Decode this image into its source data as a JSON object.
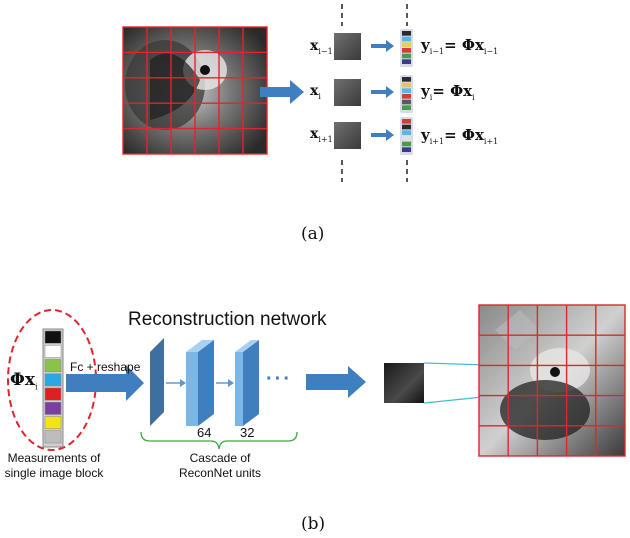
{
  "colors": {
    "grid_red": "#e0262b",
    "arrow_blue": "#3f7fbf",
    "block_blue_dark": "#3f6f9f",
    "block_blue_light": "#7ab6e6",
    "bracket_green": "#3aaa3a",
    "link_cyan": "#45bfcf",
    "ellipse_red": "#e0262b"
  },
  "panel_a": {
    "caption": "(a)",
    "rows": [
      {
        "x_var": "x",
        "x_sub": "i−1",
        "y_var": "y",
        "y_sub": "i−1",
        "eq": "= Φ",
        "eq_var": "x",
        "eq_sub": "i−1"
      },
      {
        "x_var": "x",
        "x_sub": "i",
        "y_var": "y",
        "y_sub": "i",
        "eq": "= Φ",
        "eq_var": "x",
        "eq_sub": "i"
      },
      {
        "x_var": "x",
        "x_sub": "i+1",
        "y_var": "y",
        "y_sub": "i+1",
        "eq": "= Φ",
        "eq_var": "x",
        "eq_sub": "i+1"
      }
    ],
    "stripe_colors": [
      [
        "#2b2b2b",
        "#55b8e8",
        "#e8d24a",
        "#d83a3a",
        "#4a9a4a",
        "#3a3a8a"
      ],
      [
        "#2b2b2b",
        "#f0c060",
        "#55b8e8",
        "#d83a3a",
        "#5a5a5a",
        "#4a9a4a"
      ],
      [
        "#d83a3a",
        "#2b2b2b",
        "#55b8e8",
        "#e0e0e0",
        "#4a9a4a",
        "#3a3a8a"
      ]
    ]
  },
  "panel_b": {
    "caption": "(b)",
    "title": "Reconstruction network",
    "fc_label": "Fc + reshape",
    "phi": "Φ",
    "x_var": "x",
    "x_sub": "i",
    "measure_caption_1": "Measurements of",
    "measure_caption_2": "single image block",
    "measurement_colors": [
      "#111111",
      "#ffffff",
      "#8bc34a",
      "#29a9e0",
      "#e02020",
      "#7b3fa0",
      "#f2e31b",
      "#bdbdbd"
    ],
    "layer_label_64": "64",
    "layer_label_32": "32",
    "ellipsis": "···",
    "cascade_1": "Cascade of",
    "cascade_2": "ReconNet units"
  }
}
